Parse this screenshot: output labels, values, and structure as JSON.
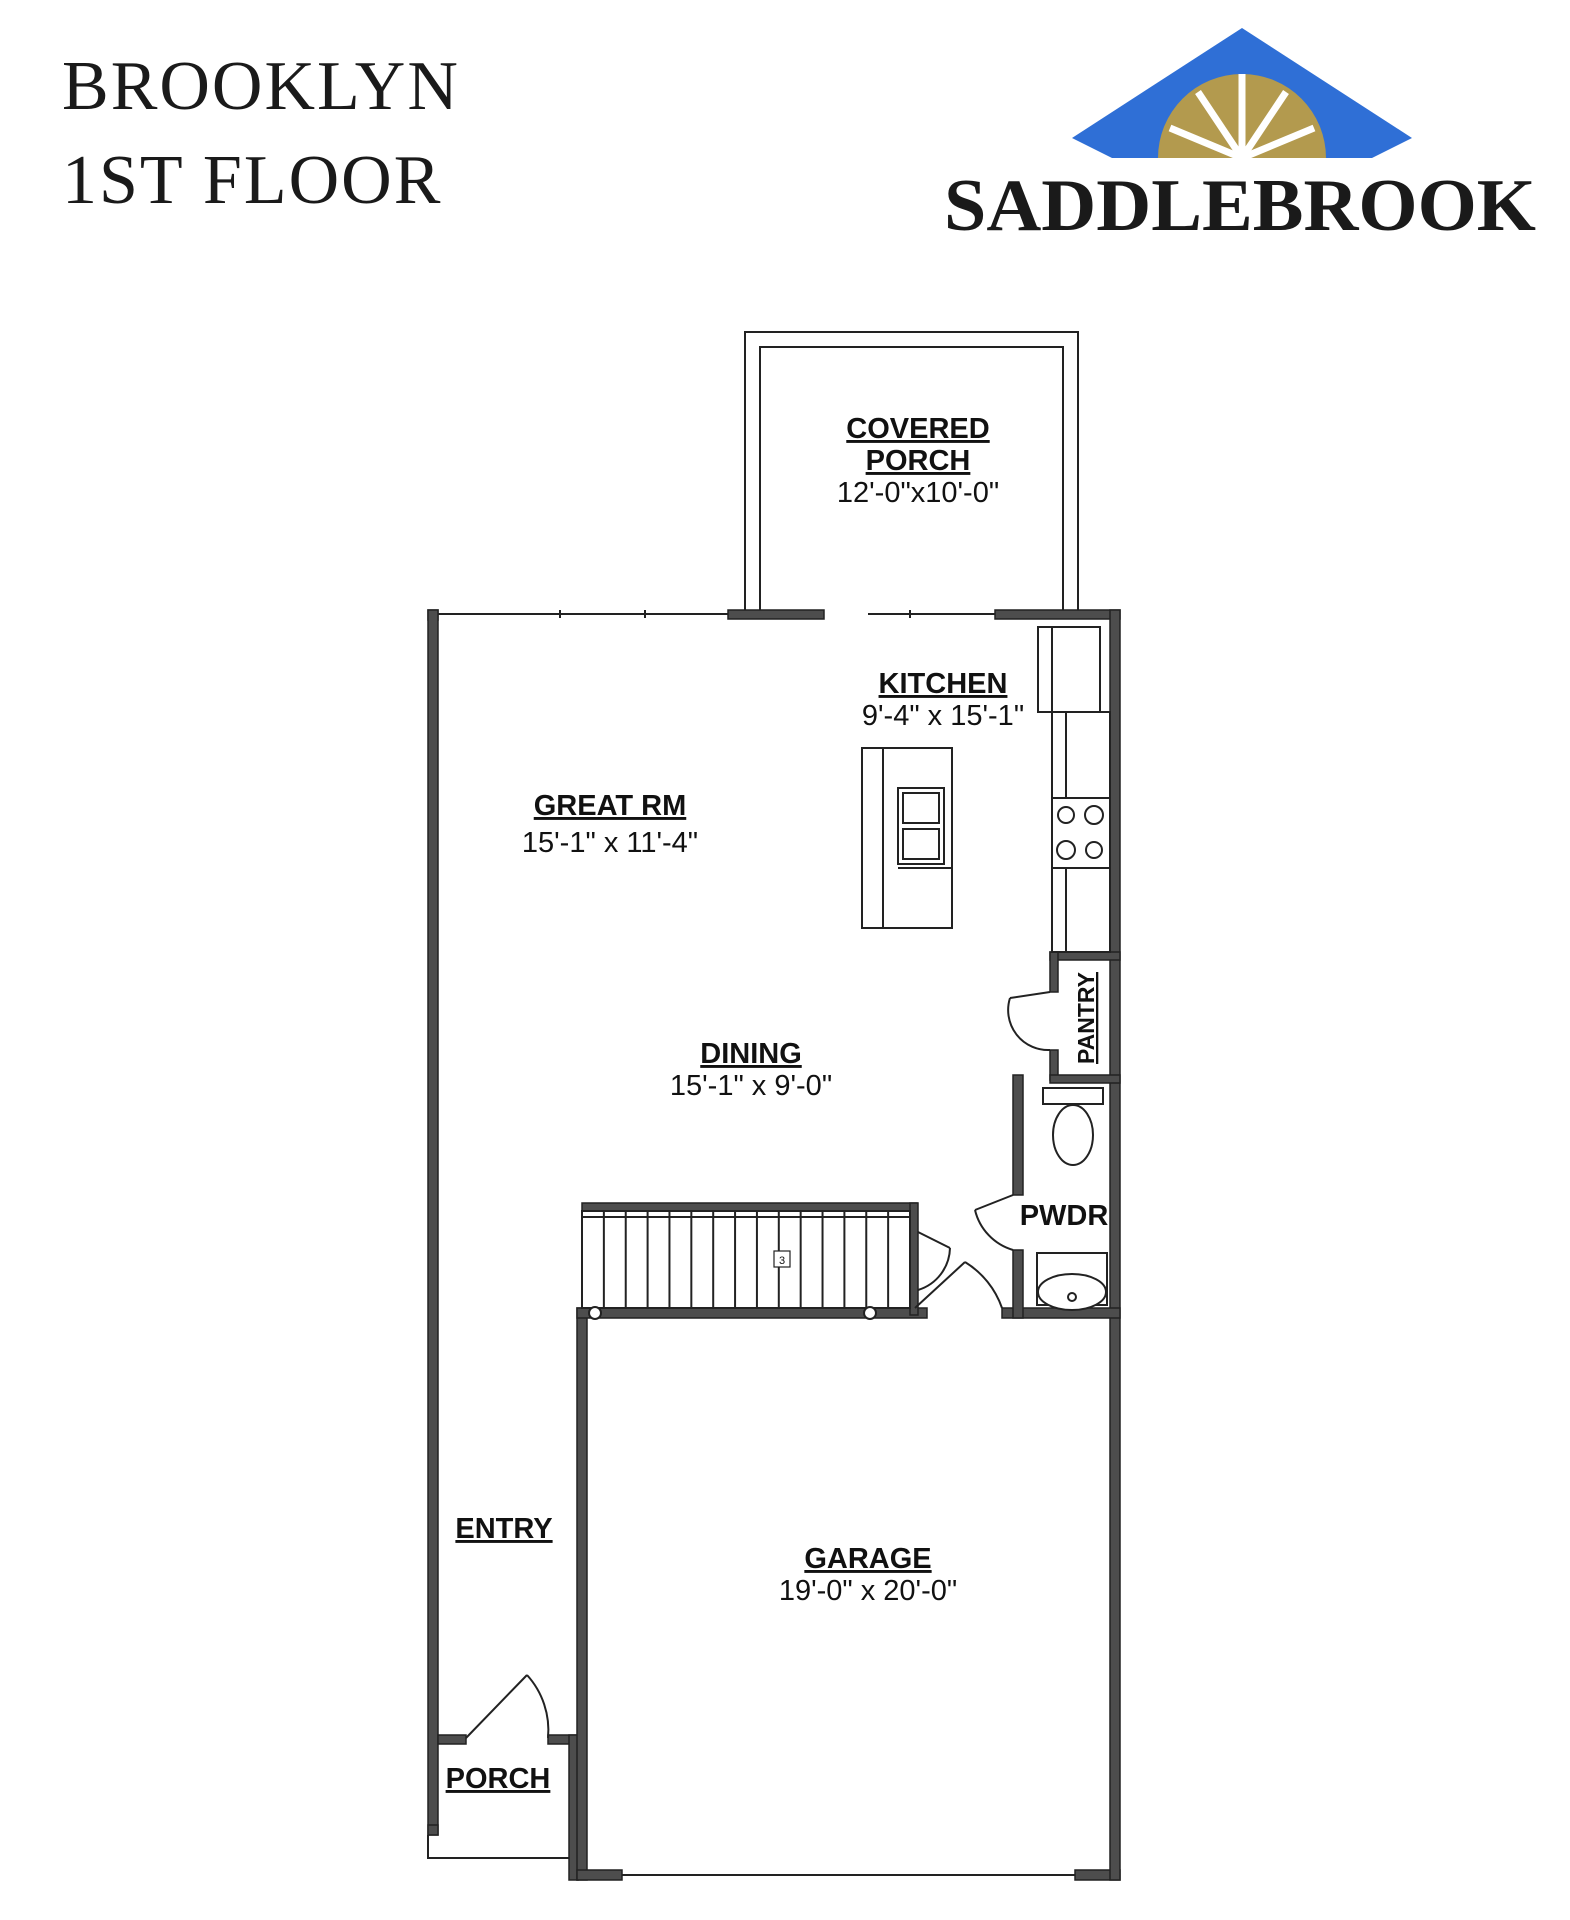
{
  "header": {
    "plan_name": "BROOKLYN",
    "floor_label": "1ST FLOOR",
    "brand_name": "SADDLEBROOK",
    "brand_colors": {
      "roof": "#2f6fd6",
      "sunburst": "#b39a4e",
      "text": "#1a1a1a"
    }
  },
  "rooms": {
    "covered_porch": {
      "name_line1": "COVERED",
      "name_line2": "PORCH",
      "size": "12'-0\"x10'-0\""
    },
    "kitchen": {
      "name": "KITCHEN",
      "size": "9'-4\" x 15'-1\""
    },
    "great_room": {
      "name": "GREAT RM",
      "size": "15'-1\" x 11'-4\""
    },
    "dining": {
      "name": "DINING",
      "size": "15'-1\" x 9'-0\""
    },
    "pantry": {
      "name": "PANTRY"
    },
    "powder": {
      "name": "PWDR"
    },
    "entry": {
      "name": "ENTRY"
    },
    "garage": {
      "name": "GARAGE",
      "size": "19'-0\" x 20'-0\""
    },
    "porch": {
      "name": "PORCH"
    }
  },
  "stair_tag": "3"
}
